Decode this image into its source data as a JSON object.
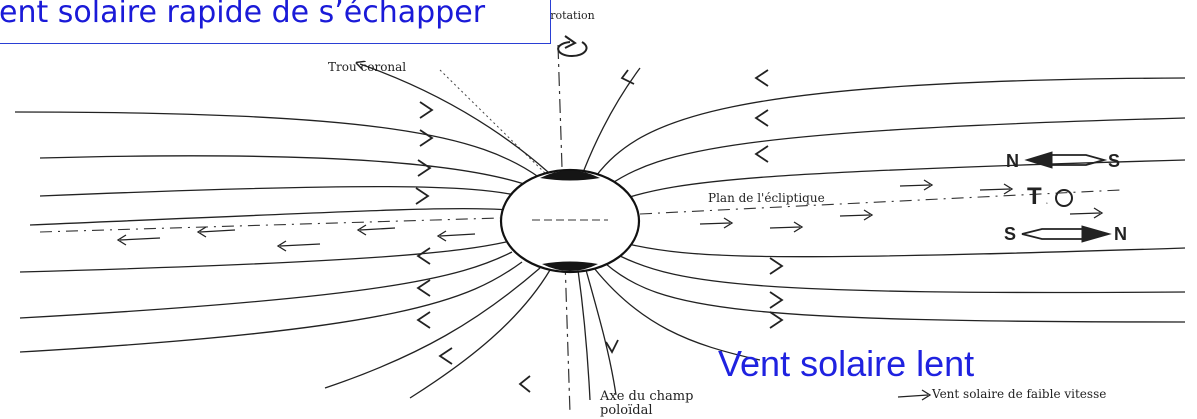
{
  "title": {
    "fast_wind": "ent solaire rapide de s’échapper"
  },
  "labels": {
    "rotation_axis": "Axe de rotation",
    "coronal_hole": "Trou coronal",
    "ecliptic_plane": "Plan de l'écliptique",
    "field_axis_line1": "Axe du champ",
    "field_axis_line2": "poloïdal",
    "slow_wind_legend": "Vent solaire de faible vitesse",
    "slow_wind_big": "Vent solaire lent"
  },
  "polarity": {
    "north_top": "N",
    "south_top": "S",
    "letter_t": "T",
    "letter_o": "O",
    "south_bottom": "S",
    "north_bottom": "N"
  },
  "colors": {
    "title_blue": "#1a1ad8",
    "frame_blue": "#2a3fd4",
    "ink": "#222222",
    "cap_fill": "#151515"
  }
}
